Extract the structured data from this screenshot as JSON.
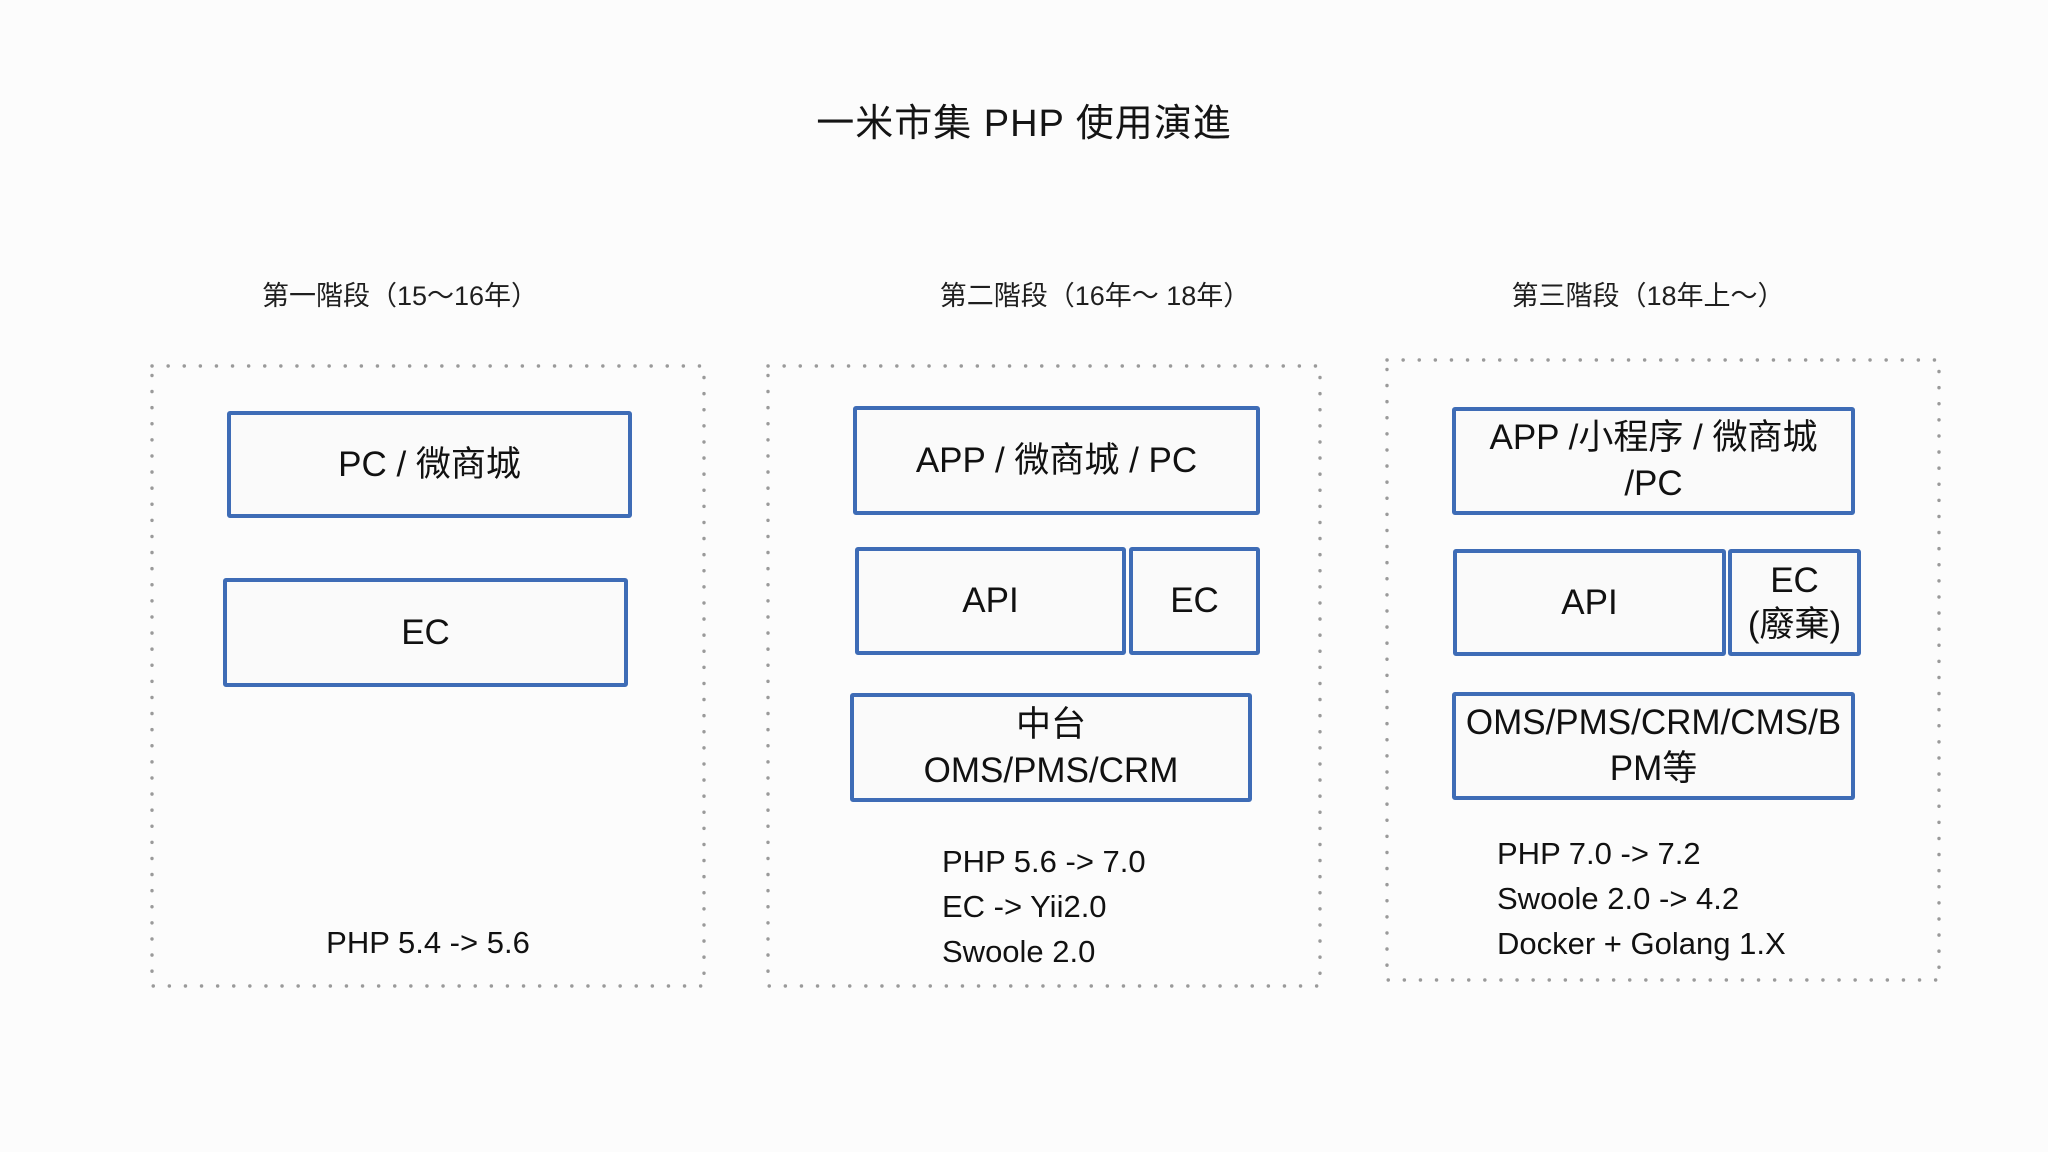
{
  "title": "一米市集 PHP 使用演進",
  "colors": {
    "background": "#fcfcfc",
    "accent_blue": "#3e6cb6",
    "box_fill": "#fafafa",
    "dot_color": "#9a9a9a",
    "text": "#141414"
  },
  "stages": [
    {
      "header": "第一階段（15～16年）",
      "boxes": [
        {
          "id": "pc-mall",
          "label": "PC / 微商城"
        },
        {
          "id": "ec",
          "label": "EC"
        }
      ],
      "notes": [
        "PHP 5.4 -> 5.6"
      ]
    },
    {
      "header": "第二階段（16年～ 18年）",
      "boxes": [
        {
          "id": "app-mall-pc",
          "label": "APP / 微商城 / PC"
        },
        {
          "id": "api",
          "label": "API"
        },
        {
          "id": "ec",
          "label": "EC"
        },
        {
          "id": "middle-platform",
          "label": "中台\nOMS/PMS/CRM"
        }
      ],
      "notes": [
        "PHP 5.6 -> 7.0",
        "EC -> Yii2.0",
        "Swoole 2.0"
      ]
    },
    {
      "header": "第三階段（18年上～）",
      "boxes": [
        {
          "id": "app-mini-mall-pc",
          "label": "APP /小程序 / 微商城\n/PC"
        },
        {
          "id": "api",
          "label": "API"
        },
        {
          "id": "ec-deprecated",
          "label": "EC\n(廢棄)"
        },
        {
          "id": "oms-suite",
          "label": "OMS/PMS/CRM/CMS/B\nPM等"
        }
      ],
      "notes": [
        "PHP 7.0 -> 7.2",
        "Swoole 2.0 -> 4.2",
        "Docker + Golang 1.X"
      ]
    }
  ]
}
